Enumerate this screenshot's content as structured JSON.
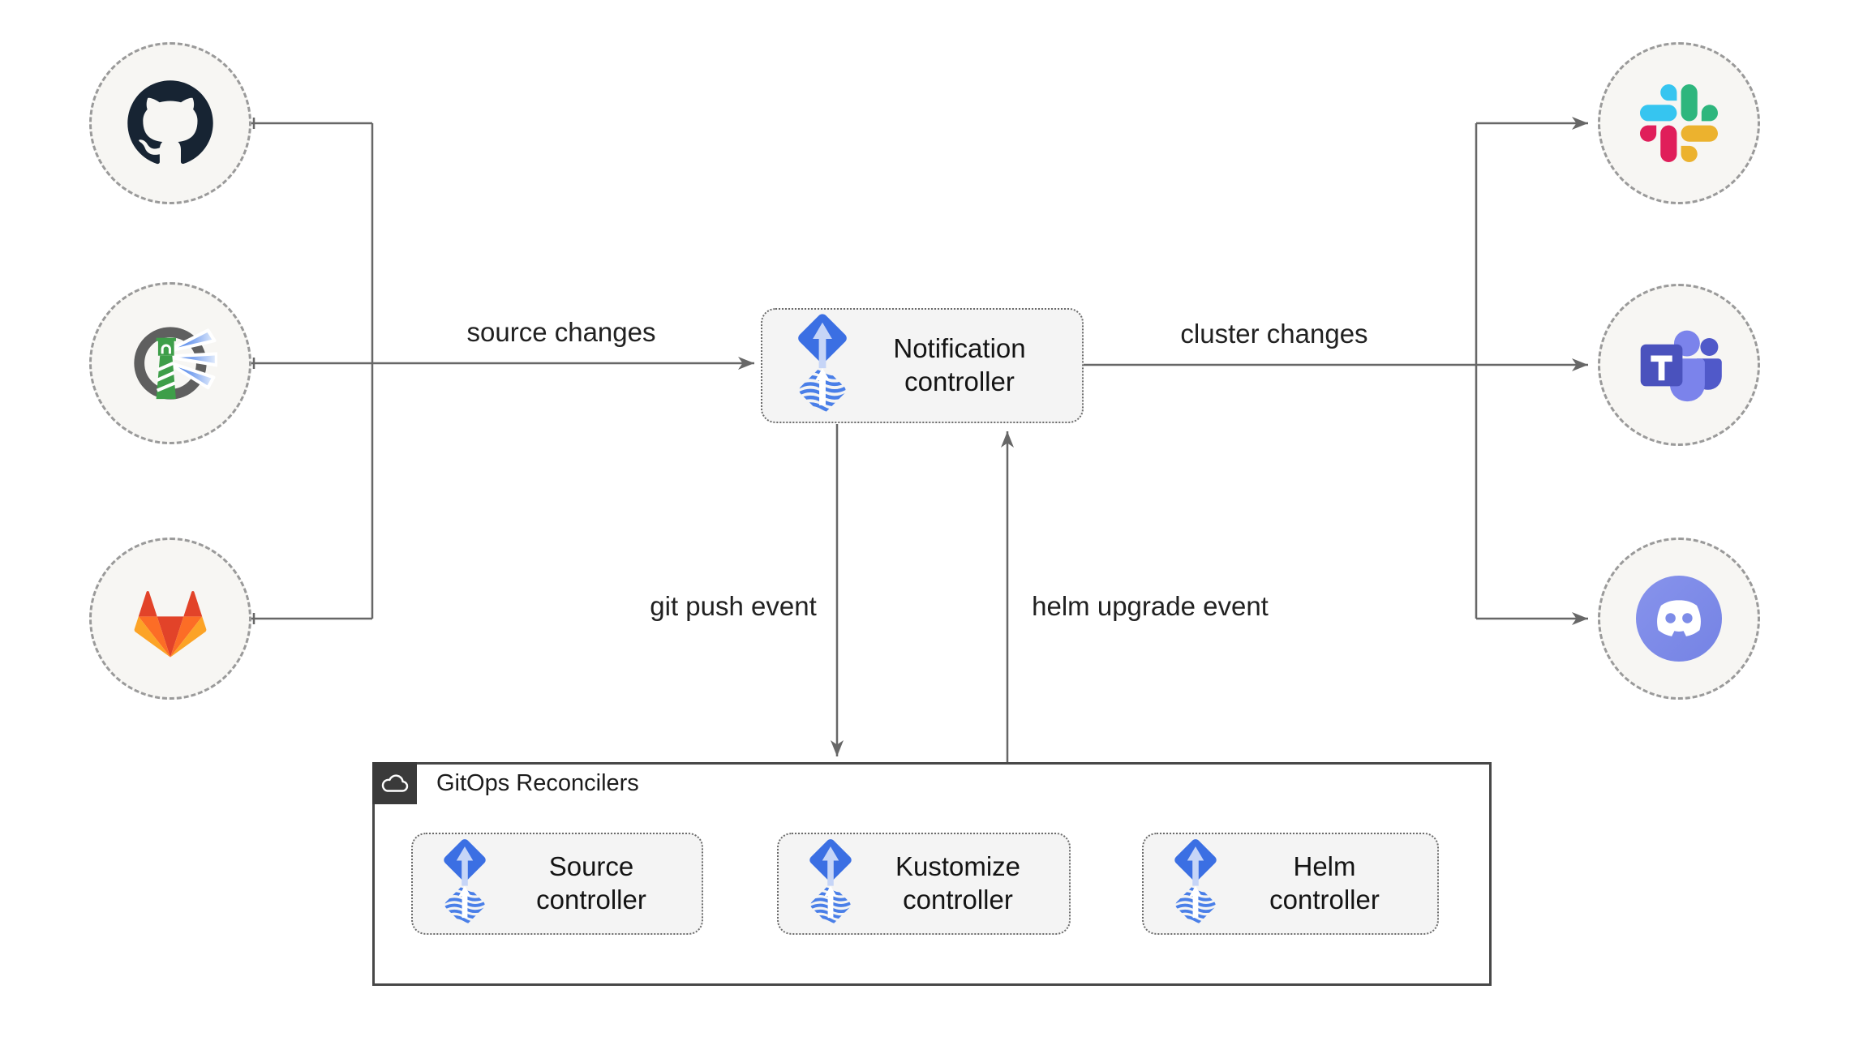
{
  "diagram": {
    "title_none_visible": "",
    "sources": [
      {
        "name": "github",
        "icon": "github-icon"
      },
      {
        "name": "harbor",
        "icon": "harbor-icon"
      },
      {
        "name": "gitlab",
        "icon": "gitlab-icon"
      }
    ],
    "alert_targets": [
      {
        "name": "slack",
        "icon": "slack-icon"
      },
      {
        "name": "teams",
        "icon": "microsoft-teams-icon"
      },
      {
        "name": "discord",
        "icon": "discord-icon"
      }
    ],
    "nodes": {
      "notification": {
        "label": "Notification\ncontroller",
        "icon": "flux-icon"
      },
      "source": {
        "label": "Source\ncontroller",
        "icon": "flux-icon"
      },
      "kustomize": {
        "label": "Kustomize\ncontroller",
        "icon": "flux-icon"
      },
      "helm": {
        "label": "Helm\ncontroller",
        "icon": "flux-icon"
      }
    },
    "container": {
      "label": "GitOps Reconcilers",
      "icon": "cloud-icon"
    },
    "edge_labels": {
      "source_changes": "source changes",
      "cluster_changes": "cluster changes",
      "git_push": "git push event",
      "helm_upgrade": "helm upgrade event"
    },
    "colors": {
      "wire": "#676767",
      "node_fill": "#f4f4f4",
      "node_border": "#6b6b6b",
      "circle_fill": "#f7f6f3",
      "circle_border": "#9a9a9a",
      "container_border": "#474747",
      "badge_bg": "#3a3a3a",
      "text": "#1c1c1c",
      "flux_blue": "#3B6FE3",
      "flux_arrow": "#C6D5F7",
      "github": "#172433",
      "harbor_green": "#3E9E49",
      "harbor_beam": "#2F6FE4",
      "gitlab": [
        "#E24329",
        "#FC6D26",
        "#FCA326"
      ],
      "slack": [
        "#36C5F0",
        "#2EB67D",
        "#ECB22E",
        "#E01E5A"
      ],
      "teams": [
        "#4A52BD",
        "#7B83EB",
        "#5059C9"
      ],
      "discord": "#7D8CE8"
    }
  }
}
